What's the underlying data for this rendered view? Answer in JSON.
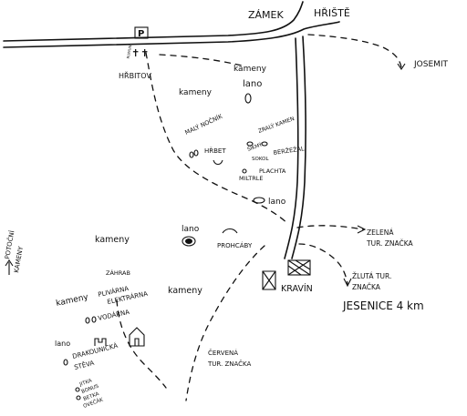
{
  "labels": {
    "zamek": "ZÁMEK",
    "hriste": "HŘIŠTĚ",
    "josemit": "JOSEMIT",
    "parking": "P",
    "hrbitov": "HŘBITOV",
    "rumun": "RUMUN",
    "kameny_top": "kameny",
    "lano_top": "lano",
    "kameny_left": "kameny",
    "maly_nocnik": "MALÝ NOČNÍK",
    "hrbet": "HŘBET",
    "zraly_kamen": "ZRALÝ KAMEN",
    "sikmy_kamen": "ŠIKMÝ",
    "sokol": "SOKOL",
    "berzezal": "BERŽEŽAL",
    "plachta": "PLACHTA",
    "miltrle": "MILTRLE",
    "lano_mid": "lano",
    "potocni": "POTOČNÍ",
    "kameny_rotated": "KAMENY",
    "kameny_mid": "kameny",
    "lano_center": "lano",
    "prohcaby": "PROHCÁBY",
    "zelena": "ZELENÁ",
    "tur_znacka_green": "TUR. ZNAČKA",
    "zahrab": "ZÁHRAB",
    "kameny_lower_left": "kameny",
    "plivarna": "PLIVÁRNA",
    "elektrarna": "ELEKTRÁRNA",
    "vodarna": "VODÁRNA",
    "kameny_lower": "kameny",
    "kravin": "KRAVÍN",
    "zluta": "ŽLUTÁ TUR.",
    "znacka_yellow": "ZNAČKA",
    "jesenice": "JESENICE 4 km",
    "lano_bottom": "lano",
    "drakounicka": "DRAKOUNICKÁ",
    "steva": "STĚVA",
    "cervena": "ČERVENÁ",
    "tur_znacka_red": "TUR. ZNAČKA",
    "jitka": "JITKA",
    "bonus": "BONUS",
    "betka": "BETKA",
    "ovecak": "OVEČÁK"
  }
}
